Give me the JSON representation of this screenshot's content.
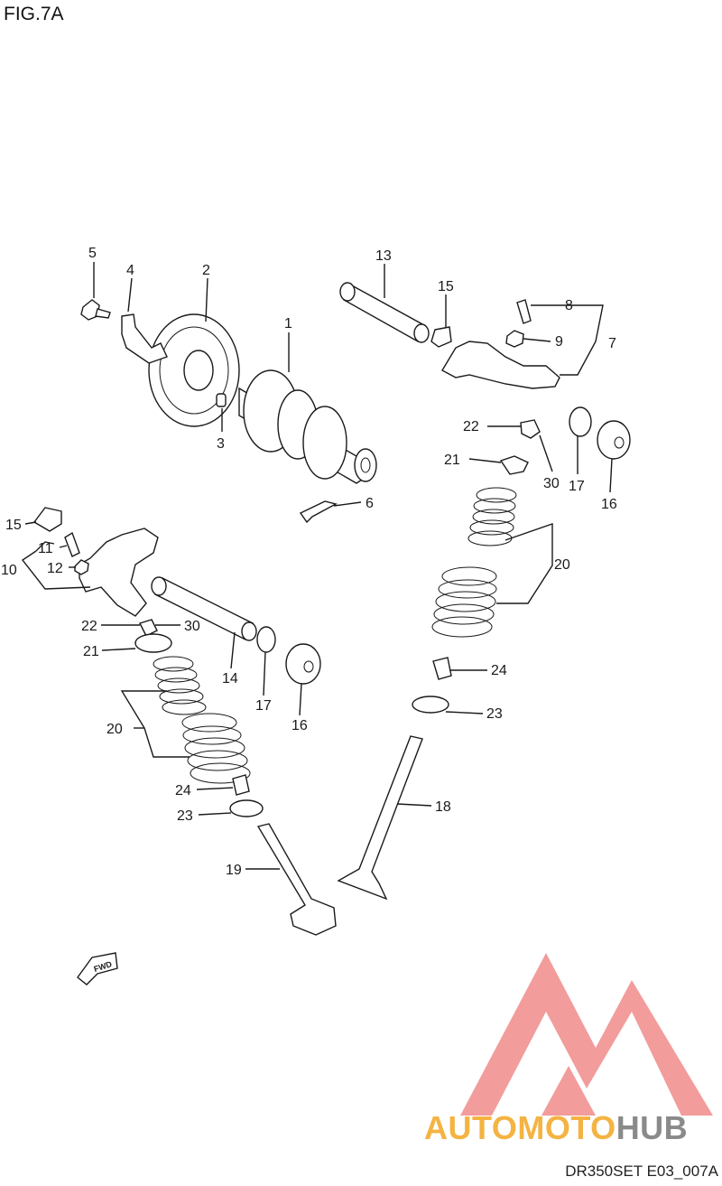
{
  "figure": {
    "title": "FIG.7A",
    "code": "DR350SET E03_007A",
    "fwd_label": "FWD"
  },
  "watermark": {
    "word_1": "AUTO",
    "word_2": "MOTO",
    "word_3": "HUB",
    "colors": {
      "logo_red": "#f08b8b",
      "orange": "#f4b342",
      "gray": "#8a8a8a"
    }
  },
  "labels": {
    "l1": "1",
    "l2": "2",
    "l3": "3",
    "l4": "4",
    "l5": "5",
    "l6": "6",
    "l7": "7",
    "l8": "8",
    "l9": "9",
    "l13": "13",
    "l15a": "15",
    "l22a": "22",
    "l21a": "21",
    "l30a": "30",
    "l17a": "17",
    "l16a": "16",
    "l20a": "20",
    "l24a": "24",
    "l23a": "23",
    "l18": "18",
    "l15b": "15",
    "l11": "11",
    "l12": "12",
    "l10": "10",
    "l22b": "22",
    "l30b": "30",
    "l21b": "21",
    "l14": "14",
    "l17b": "17",
    "l16b": "16",
    "l20b": "20",
    "l24b": "24",
    "l23b": "23",
    "l19": "19"
  }
}
